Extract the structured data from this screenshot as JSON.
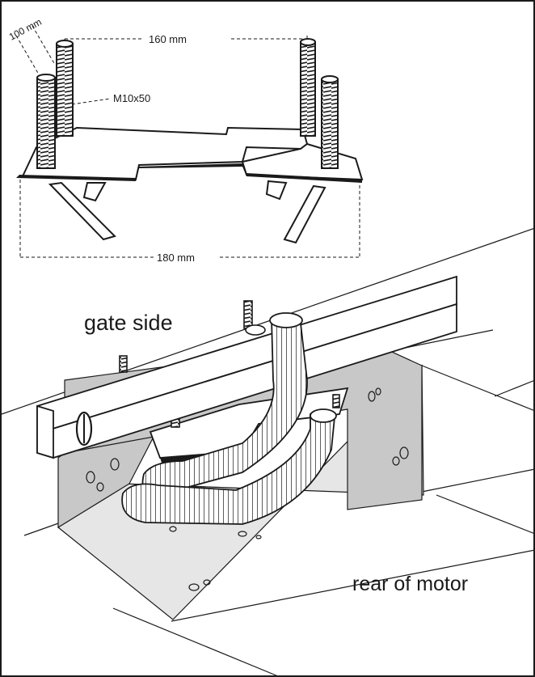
{
  "plate_diagram": {
    "dim_depth": "100 mm",
    "dim_bolt_spacing": "160 mm",
    "dim_plate_width": "180 mm",
    "bolt_spec": "M10x50"
  },
  "installation_view": {
    "gate_side_label": "gate side",
    "rear_label": "rear of motor"
  },
  "colors": {
    "line": "#1a1a1a",
    "wall_fill": "#c8c8c8",
    "floor_fill": "#e6e6e6",
    "paper": "#ffffff"
  }
}
